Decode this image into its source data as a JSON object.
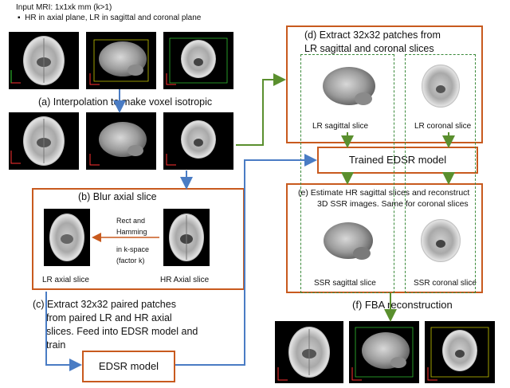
{
  "input": {
    "title": "Input MRI: 1x1xk mm (k>1)",
    "bullet": "HR in axial plane, LR in sagittal and coronal plane"
  },
  "step_a": {
    "label": "(a) Interpolation to make voxel isotropic"
  },
  "step_b": {
    "title": "(b) Blur axial slice",
    "filter_line1": "Rect and",
    "filter_line2": "Hamming",
    "filter_line3": "in k-space",
    "filter_line4": "(factor k)",
    "lr_label": "LR axial slice",
    "hr_label": "HR Axial slice"
  },
  "step_c": {
    "line1": "(c) Extract 32x32 paired patches",
    "line2": "from paired LR and HR axial",
    "line3": "slices. Feed into EDSR model and",
    "line4": "train"
  },
  "edsr_model": {
    "label": "EDSR model"
  },
  "step_d": {
    "line1": "(d) Extract 32x32 patches from",
    "line2": "LR sagittal and coronal slices",
    "lr_sagittal": "LR sagittal slice",
    "lr_coronal": "LR coronal slice"
  },
  "trained_model": {
    "label": "Trained EDSR model"
  },
  "step_e": {
    "line1": "(e) Estimate HR sagittal slices and reconstruct",
    "line2": "3D SSR images. Same for coronal slices",
    "ssr_sagittal": "SSR sagittal slice",
    "ssr_coronal": "SSR coronal slice"
  },
  "step_f": {
    "label": "(f) FBA reconstruction"
  },
  "colors": {
    "orange": "#c85a1e",
    "green": "#5a8f2e",
    "blue": "#4a7cc4"
  }
}
